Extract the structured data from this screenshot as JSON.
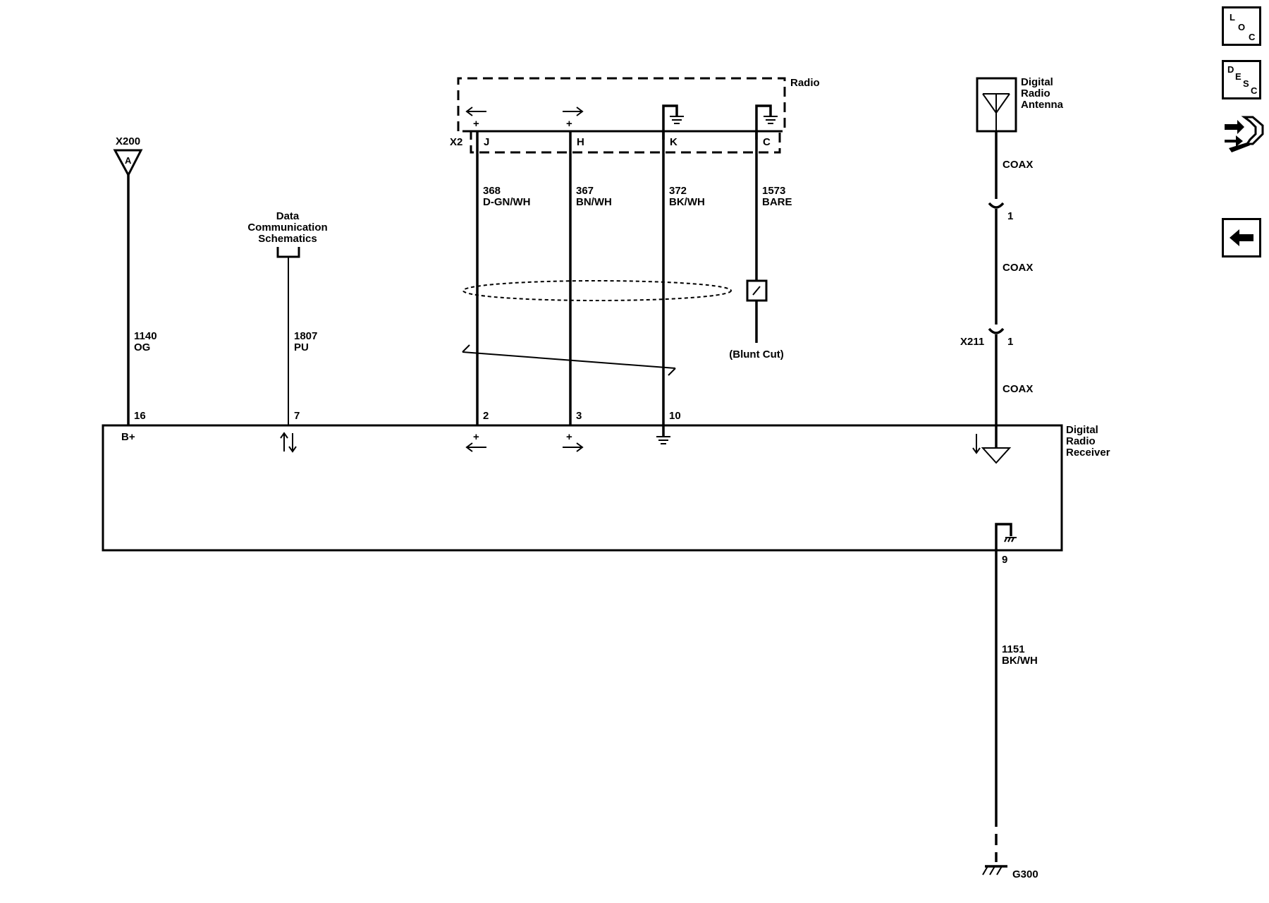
{
  "sidebar": {
    "loc_letters": [
      "L",
      "O",
      "C"
    ],
    "desc_letters": [
      "D",
      "E",
      "S",
      "C"
    ]
  },
  "modules": {
    "radio": "Radio",
    "antenna": [
      "Digital",
      "Radio",
      "Antenna"
    ],
    "receiver": [
      "Digital",
      "Radio",
      "Receiver"
    ],
    "data_comm": [
      "Data",
      "Communication",
      "Schematics"
    ]
  },
  "connectors": {
    "x200": "X200",
    "x200_pin": "A",
    "x2": "X2",
    "x211": "X211",
    "g300": "G300",
    "x2_pins": [
      "J",
      "H",
      "K",
      "C"
    ],
    "receiver_pins": [
      "16",
      "7",
      "2",
      "3",
      "10",
      "9"
    ],
    "coax_pin_1": "1",
    "coax_pin_2": "1",
    "b_plus": "B+",
    "plus_sign": "+"
  },
  "wires": {
    "w1140": [
      "1140",
      "OG"
    ],
    "w1807": [
      "1807",
      "PU"
    ],
    "w368": [
      "368",
      "D-GN/WH"
    ],
    "w367": [
      "367",
      "BN/WH"
    ],
    "w372": [
      "372",
      "BK/WH"
    ],
    "w1573": [
      "1573",
      "BARE"
    ],
    "w1151": [
      "1151",
      "BK/WH"
    ],
    "coax": "COAX",
    "blunt_cut": "(Blunt Cut)"
  }
}
